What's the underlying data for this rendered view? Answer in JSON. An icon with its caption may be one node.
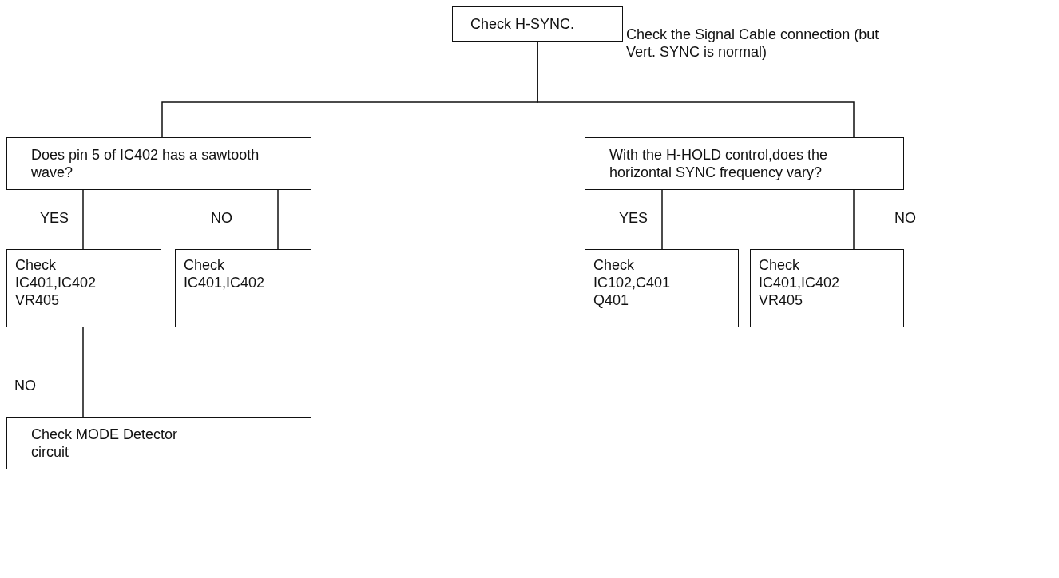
{
  "diagram": {
    "nodes": [
      {
        "text": [
          "Check H-SYNC."
        ]
      },
      {
        "text": [
          "Does pin 5 of IC402 has a sawtooth wave?"
        ]
      },
      {
        "text": [
          "With the H-HOLD control,does the horizontal SYNC frequency vary?"
        ]
      },
      {
        "text": [
          "Check IC401,IC402 VR405"
        ]
      },
      {
        "text": [
          "Check IC401,IC402"
        ]
      },
      {
        "text": [
          "Check MODE Detector circuit"
        ]
      },
      {
        "text": [
          "Check IC102,C401 Q401"
        ]
      },
      {
        "text": [
          "Check IC401,IC402 VR405"
        ]
      }
    ],
    "edges": [
      {
        "from": 0,
        "to": 1,
        "arrow": "none"
      },
      {
        "from": 0,
        "to": 2,
        "arrow": "none"
      },
      {
        "from": 1,
        "to": 3,
        "arrow": "none",
        "label": "YES"
      },
      {
        "from": 1,
        "to": 4,
        "arrow": "none",
        "label": "NO"
      },
      {
        "from": 2,
        "to": 6,
        "arrow": "none",
        "label": "YES"
      },
      {
        "from": 2,
        "to": 7,
        "arrow": "none",
        "label": "NO"
      },
      {
        "from": 3,
        "to": 5,
        "arrow": "none",
        "label": "NO"
      }
    ],
    "labels": [
      "Check the Signal Cable connection (but Vert. SYNC is normal)"
    ]
  }
}
